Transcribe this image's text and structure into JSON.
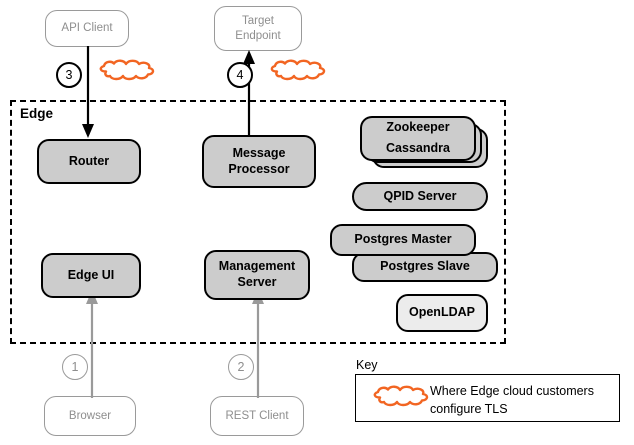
{
  "diagram": {
    "boundary_label": "Edge",
    "external_nodes": [
      {
        "id": "api-client",
        "label": "API Client"
      },
      {
        "id": "target-endpoint",
        "label": "Target\nEndpoint",
        "line1": "Target",
        "line2": "Endpoint"
      },
      {
        "id": "browser",
        "label": "Browser"
      },
      {
        "id": "rest-client",
        "label": "REST Client"
      }
    ],
    "edge_components": [
      {
        "id": "router",
        "label": "Router"
      },
      {
        "id": "message-processor",
        "line1": "Message",
        "line2": "Processor"
      },
      {
        "id": "edge-ui",
        "label": "Edge UI"
      },
      {
        "id": "management-server",
        "line1": "Management",
        "line2": "Server"
      },
      {
        "id": "zookeeper",
        "label": "Zookeeper"
      },
      {
        "id": "cassandra",
        "label": "Cassandra"
      },
      {
        "id": "qpid-server",
        "label": "QPID Server"
      },
      {
        "id": "postgres-master",
        "label": "Postgres Master"
      },
      {
        "id": "postgres-slave",
        "label": "Postgres Slave"
      },
      {
        "id": "openldap",
        "label": "OpenLDAP"
      }
    ],
    "flows": [
      {
        "number": "1",
        "style": "gray",
        "from": "browser",
        "to": "edge-ui"
      },
      {
        "number": "2",
        "style": "gray",
        "from": "rest-client",
        "to": "management-server"
      },
      {
        "number": "3",
        "style": "black",
        "from": "api-client",
        "to": "router"
      },
      {
        "number": "4",
        "style": "black",
        "from": "message-processor",
        "to": "target-endpoint"
      }
    ],
    "key": {
      "title": "Key",
      "entry_icon": "cloud-icon",
      "entry_line1": "Where Edge cloud customers",
      "entry_line2": "configure TLS"
    },
    "colors": {
      "cloud_orange": "#f26522",
      "component_fill": "#cccccc",
      "component_fill_light": "#ececec",
      "ghost_gray": "#9a9a9a",
      "text_gray": "#8e8e8e",
      "black": "#000000"
    }
  }
}
